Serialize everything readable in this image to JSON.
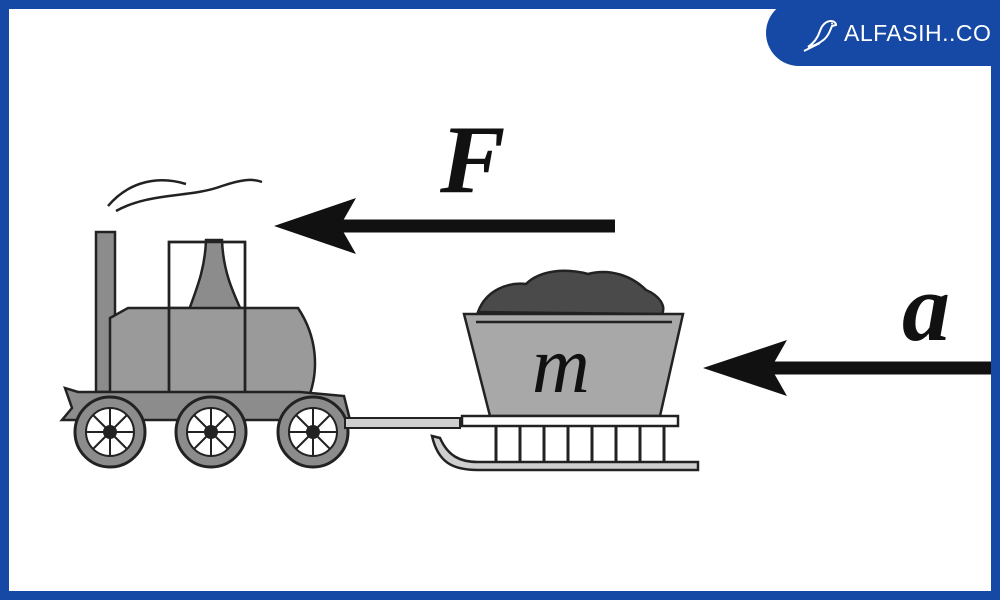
{
  "watermark": {
    "text": "ALFASIH..COM",
    "icon": "bird-icon"
  },
  "labels": {
    "force": "F",
    "acceleration": "a",
    "mass": "m"
  },
  "colors": {
    "frame": "#1649a6",
    "badge": "#1649a6",
    "ink": "#111111",
    "body_gray": "#8c8c8c",
    "cargo_dark": "#4a4a4a"
  }
}
